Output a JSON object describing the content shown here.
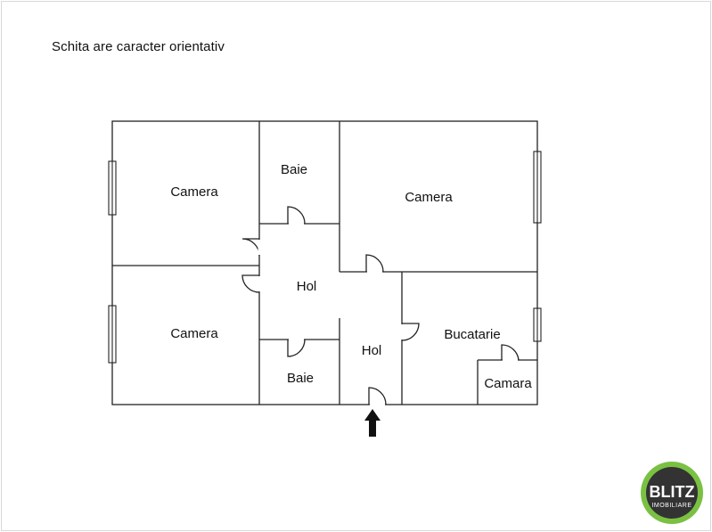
{
  "note": "Schita are caracter orientativ",
  "rooms": {
    "camera_top_left": "Camera",
    "camera_bottom_left": "Camera",
    "camera_top_right": "Camera",
    "baie_top": "Baie",
    "baie_bottom": "Baie",
    "hol_main": "Hol",
    "hol_entry": "Hol",
    "bucatarie": "Bucatarie",
    "camara": "Camara"
  },
  "entrance_icon": "arrow-up-icon",
  "logo": {
    "word": "BLITZ",
    "sub": "IMOBILIARE",
    "ring_color": "#7ac143",
    "body_color": "#333333"
  }
}
